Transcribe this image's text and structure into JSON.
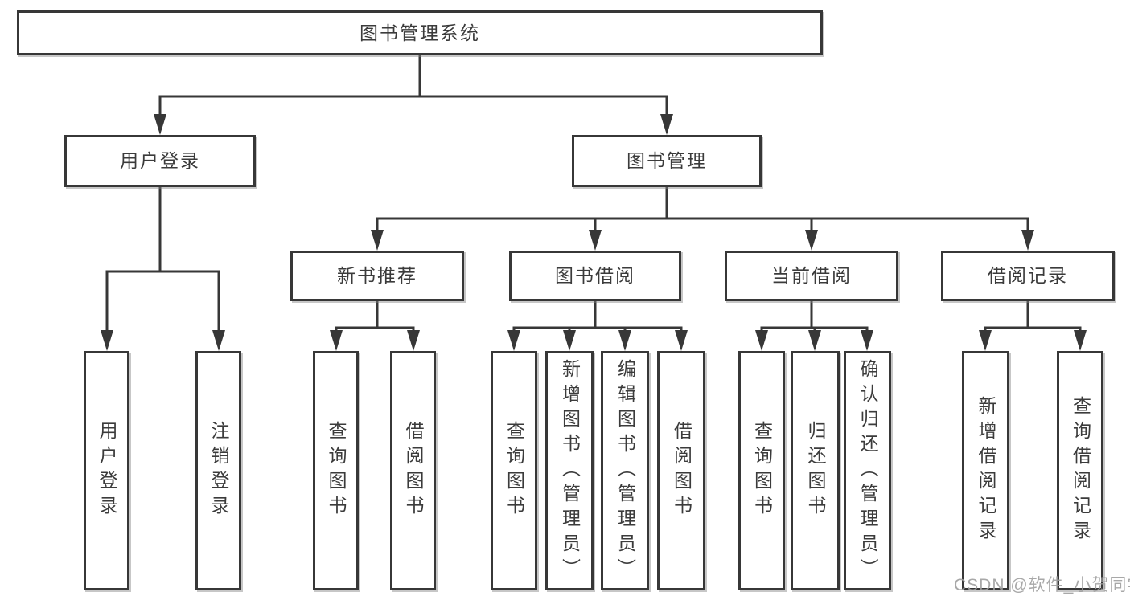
{
  "diagram": {
    "title_node": "图书管理系统",
    "tree": {
      "root": "图书管理系统",
      "branches": [
        {
          "label": "用户登录",
          "leaves": [
            "用户登录",
            "注销登录"
          ]
        },
        {
          "label": "图书管理",
          "groups": [
            {
              "label": "新书推荐",
              "leaves": [
                "查询图书",
                "借阅图书"
              ]
            },
            {
              "label": "图书借阅",
              "leaves": [
                "查询图书",
                "新增图书（管理员）",
                "编辑图书（管理员）",
                "借阅图书"
              ]
            },
            {
              "label": "当前借阅",
              "leaves": [
                "查询图书",
                "归还图书",
                "确认归还（管理员）"
              ]
            },
            {
              "label": "借阅记录",
              "leaves": [
                "新增借阅记录",
                "查询借阅记录"
              ]
            }
          ]
        }
      ]
    },
    "colors": {
      "line": "#373737",
      "box_border": "#373737",
      "box_background": "#ffffff",
      "text": "#3b3b3b",
      "watermark": "#9e9e9e",
      "page_background": "#ffffff"
    }
  },
  "watermark": {
    "text": "CSDN @软件_小贺同学"
  }
}
